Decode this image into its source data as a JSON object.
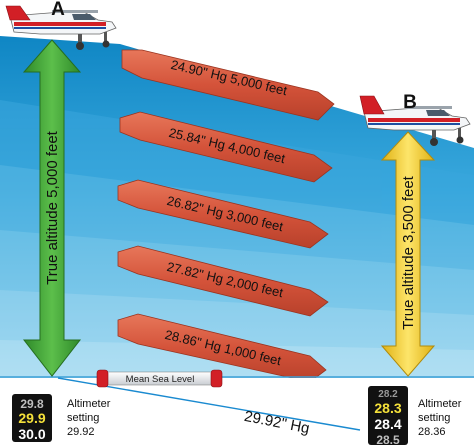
{
  "aircraft": {
    "a": {
      "label": "A"
    },
    "b": {
      "label": "B"
    }
  },
  "pressure_bands": [
    {
      "text": "24.90\" Hg 5,000 feet"
    },
    {
      "text": "25.84\" Hg 4,000 feet"
    },
    {
      "text": "26.82\" Hg 3,000 feet"
    },
    {
      "text": "27.82\" Hg 2,000 feet"
    },
    {
      "text": "28.86\" Hg 1,000 feet"
    }
  ],
  "altitude_arrows": {
    "a": {
      "label": "True altitude 5,000 feet"
    },
    "b": {
      "label": "True altitude 3,500 feet"
    }
  },
  "sea_level": {
    "label": "Mean Sea Level"
  },
  "pressure_line": {
    "label": "29.92\" Hg"
  },
  "altimeters": {
    "left": {
      "drum_digits": [
        "29.8",
        "29.9",
        "30.0"
      ],
      "caption_lines": [
        "Altimeter",
        "setting"
      ],
      "value": "29.92"
    },
    "right": {
      "drum_digits": [
        "28.2",
        "28.3",
        "28.4",
        "28.5"
      ],
      "caption_lines": [
        "Altimeter",
        "setting"
      ],
      "value": "28.36"
    }
  },
  "colors": {
    "atmosphere_light": "#b5e5f6",
    "atmosphere_dark": "#1a96d2",
    "band_fill": "#d9573a",
    "green_arrow": "#3e9c35",
    "yellow_arrow": "#f0cc1e",
    "plane_red": "#d21f26",
    "plane_blue": "#1d4fa1"
  }
}
